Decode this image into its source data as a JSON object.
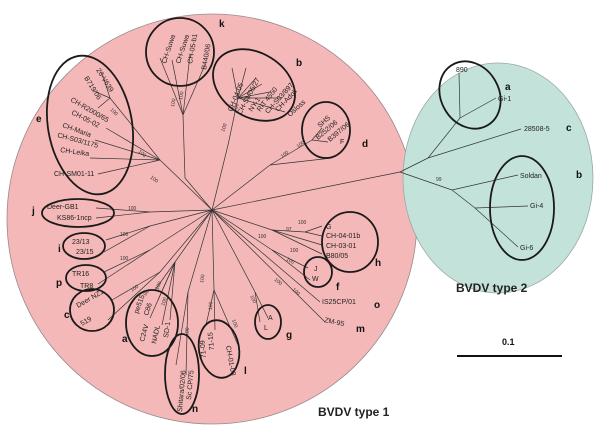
{
  "types": {
    "type1": "BVDV type 1",
    "type2": "BVDV type 2"
  },
  "scale_bar": "0.1",
  "group_labels": [
    "k",
    "b",
    "e",
    "d",
    "j",
    "i",
    "p",
    "c",
    "a",
    "n",
    "l",
    "g",
    "f",
    "h",
    "m",
    "o",
    "a",
    "c",
    "b"
  ],
  "leaves": {
    "k": [
      "CH-Suwa",
      "CH-Suwa",
      "CH-05-b1",
      "B440/06"
    ],
    "b": [
      "CH-04-05",
      "CH-SM05/27",
      "NY-1",
      "RIT 4550",
      "CH-S03/897",
      "CH-Adolf",
      "Osloss"
    ],
    "e": [
      "26-V639",
      "B719/06",
      "CH-R2000/65",
      "CH-05-02",
      "CH-Maria",
      "CH-S03/1175",
      "CH-Leika",
      "CH-SM01-11"
    ],
    "d": [
      "SHS",
      "B252/06",
      "B397/06",
      "F"
    ],
    "j": [
      "Deer-GB1",
      "KS86-1ncp"
    ],
    "i": [
      "23/13",
      "23/15"
    ],
    "p": [
      "TR16",
      "TR8"
    ],
    "c": [
      "Deer NZ1",
      "519"
    ],
    "a": [
      "pe515",
      "C86",
      "C24V",
      "NADL",
      "SD-1"
    ],
    "n": [
      "Shitara/02/06",
      "Sc CP/75"
    ],
    "l": [
      "71-15",
      "71-09",
      "CH-01-08"
    ],
    "g": [
      "A",
      "L"
    ],
    "f": [
      "J",
      "W"
    ],
    "h": [
      "G",
      "CH-04-01b",
      "CH-03-01",
      "B80/05"
    ],
    "m": [
      "ZM-95"
    ],
    "o": [
      "IS25CP/01"
    ],
    "type2_a": [
      "890",
      "Gi-1"
    ],
    "type2_c": [
      "28508-5"
    ],
    "type2_b": [
      "Soldan",
      "Gi-4",
      "Gi-6"
    ]
  },
  "bootstrap": [
    "100",
    "100",
    "100",
    "100",
    "100",
    "100",
    "100",
    "100",
    "100",
    "100",
    "100",
    "100",
    "100",
    "100",
    "100",
    "100",
    "100",
    "100",
    "100",
    "100",
    "100",
    "100",
    "100",
    "100",
    "99",
    "97",
    "98",
    "100",
    "100"
  ]
}
